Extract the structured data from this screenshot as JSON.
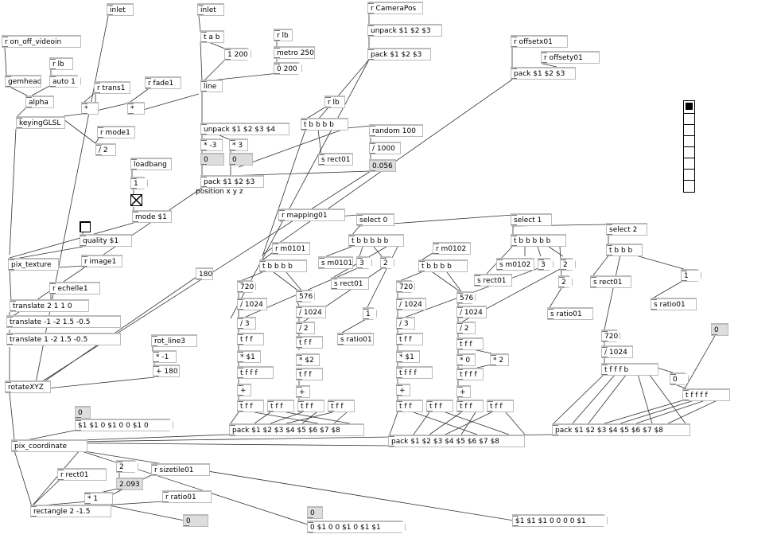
{
  "patch": {
    "objects": [
      {
        "id": "o1",
        "text": "inlet"
      },
      {
        "id": "o2",
        "text": "inlet"
      },
      {
        "id": "o3",
        "text": "r CameraPos"
      },
      {
        "id": "o4",
        "text": "unpack $1 $2 $3"
      },
      {
        "id": "o5",
        "text": "pack $1 $2 $3"
      },
      {
        "id": "o6",
        "text": "r on_off_videoin"
      },
      {
        "id": "o7",
        "text": "r lb"
      },
      {
        "id": "o8",
        "text": "auto 1"
      },
      {
        "id": "o9",
        "text": "gemhead"
      },
      {
        "id": "o10",
        "text": "alpha"
      },
      {
        "id": "o11",
        "text": "r trans1"
      },
      {
        "id": "o12",
        "text": "r fade1"
      },
      {
        "id": "o13",
        "text": "*"
      },
      {
        "id": "o14",
        "text": "*"
      },
      {
        "id": "o15",
        "text": "keyingGLSL"
      },
      {
        "id": "o16",
        "text": "r mode1"
      },
      {
        "id": "o17",
        "text": "/ 2"
      },
      {
        "id": "o18",
        "text": "t a b"
      },
      {
        "id": "o19",
        "text": "1 200"
      },
      {
        "id": "o20",
        "text": "r lb"
      },
      {
        "id": "o21",
        "text": "metro 250"
      },
      {
        "id": "o22",
        "text": "0 200"
      },
      {
        "id": "o23",
        "text": "line"
      },
      {
        "id": "o24",
        "text": "r offsetx01"
      },
      {
        "id": "o25",
        "text": "r offsety01"
      },
      {
        "id": "o26",
        "text": "pack $1 $2 $3"
      },
      {
        "id": "o27",
        "text": "r lb"
      },
      {
        "id": "o28",
        "text": "t b b b b"
      },
      {
        "id": "o29",
        "text": "random 100"
      },
      {
        "id": "o30",
        "text": "/ 1000"
      },
      {
        "id": "o31",
        "text": "0.056"
      },
      {
        "id": "o32",
        "text": "s rect01"
      },
      {
        "id": "o33",
        "text": "unpack $1 $2 $3 $4"
      },
      {
        "id": "o34",
        "text": "* -3"
      },
      {
        "id": "o35",
        "text": "* 3"
      },
      {
        "id": "o36",
        "text": "0"
      },
      {
        "id": "o37",
        "text": "0"
      },
      {
        "id": "o38",
        "text": "pack $1 $2 $3"
      },
      {
        "id": "o39",
        "text": "loadbang"
      },
      {
        "id": "o40",
        "text": "1"
      },
      {
        "id": "o41",
        "text": "mode $1"
      },
      {
        "id": "o42",
        "text": "quality $1"
      },
      {
        "id": "o43",
        "text": "pix_texture"
      },
      {
        "id": "o44",
        "text": "r image1"
      },
      {
        "id": "o45",
        "text": "r echelle1"
      },
      {
        "id": "o46",
        "text": "translate 2 1 1 0"
      },
      {
        "id": "o47",
        "text": "translate -1 -2 1.5 -0.5"
      },
      {
        "id": "o48",
        "text": "translate 1 -2 1.5 -0.5"
      },
      {
        "id": "o49",
        "text": "180"
      },
      {
        "id": "o50",
        "text": "rot_line3"
      },
      {
        "id": "o51",
        "text": "* -1"
      },
      {
        "id": "o52",
        "text": "+ 180"
      },
      {
        "id": "o53",
        "text": "rotateXYZ"
      },
      {
        "id": "o54",
        "text": "r mapping01"
      },
      {
        "id": "o55",
        "text": "select 0"
      },
      {
        "id": "o56",
        "text": "t b b b b b"
      },
      {
        "id": "o57",
        "text": "r m0101"
      },
      {
        "id": "o58",
        "text": "t b b b b"
      },
      {
        "id": "o59",
        "text": "s m0101"
      },
      {
        "id": "o60",
        "text": "3"
      },
      {
        "id": "o61",
        "text": "2"
      },
      {
        "id": "o62",
        "text": "s rect01"
      },
      {
        "id": "o63",
        "text": "720"
      },
      {
        "id": "o64",
        "text": "576"
      },
      {
        "id": "o65",
        "text": "/ 1024"
      },
      {
        "id": "o66",
        "text": "/ 1024"
      },
      {
        "id": "o67",
        "text": "/ 3"
      },
      {
        "id": "o68",
        "text": "/ 2"
      },
      {
        "id": "o69",
        "text": "1"
      },
      {
        "id": "o70",
        "text": "s ratio01"
      },
      {
        "id": "o71",
        "text": "t f f"
      },
      {
        "id": "o72",
        "text": "t f f"
      },
      {
        "id": "o73",
        "text": "* $1"
      },
      {
        "id": "o74",
        "text": "* $2"
      },
      {
        "id": "o75",
        "text": "t f f f"
      },
      {
        "id": "o76",
        "text": "t f f"
      },
      {
        "id": "o77",
        "text": "+"
      },
      {
        "id": "o78",
        "text": "+"
      },
      {
        "id": "o79",
        "text": "t f f"
      },
      {
        "id": "o80",
        "text": "t f f"
      },
      {
        "id": "o81",
        "text": "t f f"
      },
      {
        "id": "o82",
        "text": "t f f"
      },
      {
        "id": "o83",
        "text": "pack $1 $2 $3 $4 $5 $6 $7 $8"
      },
      {
        "id": "o84",
        "text": "select 1"
      },
      {
        "id": "o85",
        "text": "t b b b b b"
      },
      {
        "id": "o86",
        "text": "r m0102"
      },
      {
        "id": "o87",
        "text": "t b b b b"
      },
      {
        "id": "o88",
        "text": "s m0102"
      },
      {
        "id": "o89",
        "text": "3"
      },
      {
        "id": "o90",
        "text": "2"
      },
      {
        "id": "o91",
        "text": "s rect01"
      },
      {
        "id": "o92",
        "text": "2"
      },
      {
        "id": "o93",
        "text": "s ratio01"
      },
      {
        "id": "o94",
        "text": "720"
      },
      {
        "id": "o95",
        "text": "576"
      },
      {
        "id": "o96",
        "text": "/ 1024"
      },
      {
        "id": "o97",
        "text": "/ 1024"
      },
      {
        "id": "o98",
        "text": "/ 3"
      },
      {
        "id": "o99",
        "text": "/ 2"
      },
      {
        "id": "o100",
        "text": "t f f"
      },
      {
        "id": "o101",
        "text": "t f f"
      },
      {
        "id": "o102",
        "text": "* $1"
      },
      {
        "id": "o103",
        "text": "* 0"
      },
      {
        "id": "o104",
        "text": "* 2"
      },
      {
        "id": "o105",
        "text": "t f f f"
      },
      {
        "id": "o106",
        "text": "t f f f"
      },
      {
        "id": "o107",
        "text": "+"
      },
      {
        "id": "o108",
        "text": "+"
      },
      {
        "id": "o109",
        "text": "t f f"
      },
      {
        "id": "o110",
        "text": "t f f"
      },
      {
        "id": "o111",
        "text": "t f f"
      },
      {
        "id": "o112",
        "text": "t f f"
      },
      {
        "id": "o113",
        "text": "pack $1 $2 $3 $4 $5 $6 $7 $8"
      },
      {
        "id": "o114",
        "text": "select 2"
      },
      {
        "id": "o115",
        "text": "t b b b"
      },
      {
        "id": "o116",
        "text": "s rect01"
      },
      {
        "id": "o117",
        "text": "1"
      },
      {
        "id": "o118",
        "text": "s ratio01"
      },
      {
        "id": "o119",
        "text": "720"
      },
      {
        "id": "o120",
        "text": "/ 1024"
      },
      {
        "id": "o121",
        "text": "t f f f b"
      },
      {
        "id": "o122",
        "text": "0"
      },
      {
        "id": "o123",
        "text": "0"
      },
      {
        "id": "o124",
        "text": "t f f f f"
      },
      {
        "id": "o125",
        "text": "pack $1 $2 $3 $4 $5 $6 $7 $8"
      },
      {
        "id": "o126",
        "text": "0"
      },
      {
        "id": "o127",
        "text": "$1 $1 0 $1 0 0 $1 0"
      },
      {
        "id": "o128",
        "text": "pix_coordinate"
      },
      {
        "id": "o129",
        "text": "2"
      },
      {
        "id": "o130",
        "text": "r rect01"
      },
      {
        "id": "o131",
        "text": "r sizetile01"
      },
      {
        "id": "o132",
        "text": "2.093"
      },
      {
        "id": "o133",
        "text": "r ratio01"
      },
      {
        "id": "o134",
        "text": "* 1"
      },
      {
        "id": "o135",
        "text": "rectangle 2 -1.5"
      },
      {
        "id": "o136",
        "text": "0"
      },
      {
        "id": "o137",
        "text": "0"
      },
      {
        "id": "o138",
        "text": "0 $1 0 0 $1 0 $1 $1"
      },
      {
        "id": "o139",
        "text": "$1 $1 $1 0 0 0 0 $1"
      }
    ],
    "comment": "position x y z",
    "radio": {
      "count": 8,
      "selected": 0
    }
  }
}
